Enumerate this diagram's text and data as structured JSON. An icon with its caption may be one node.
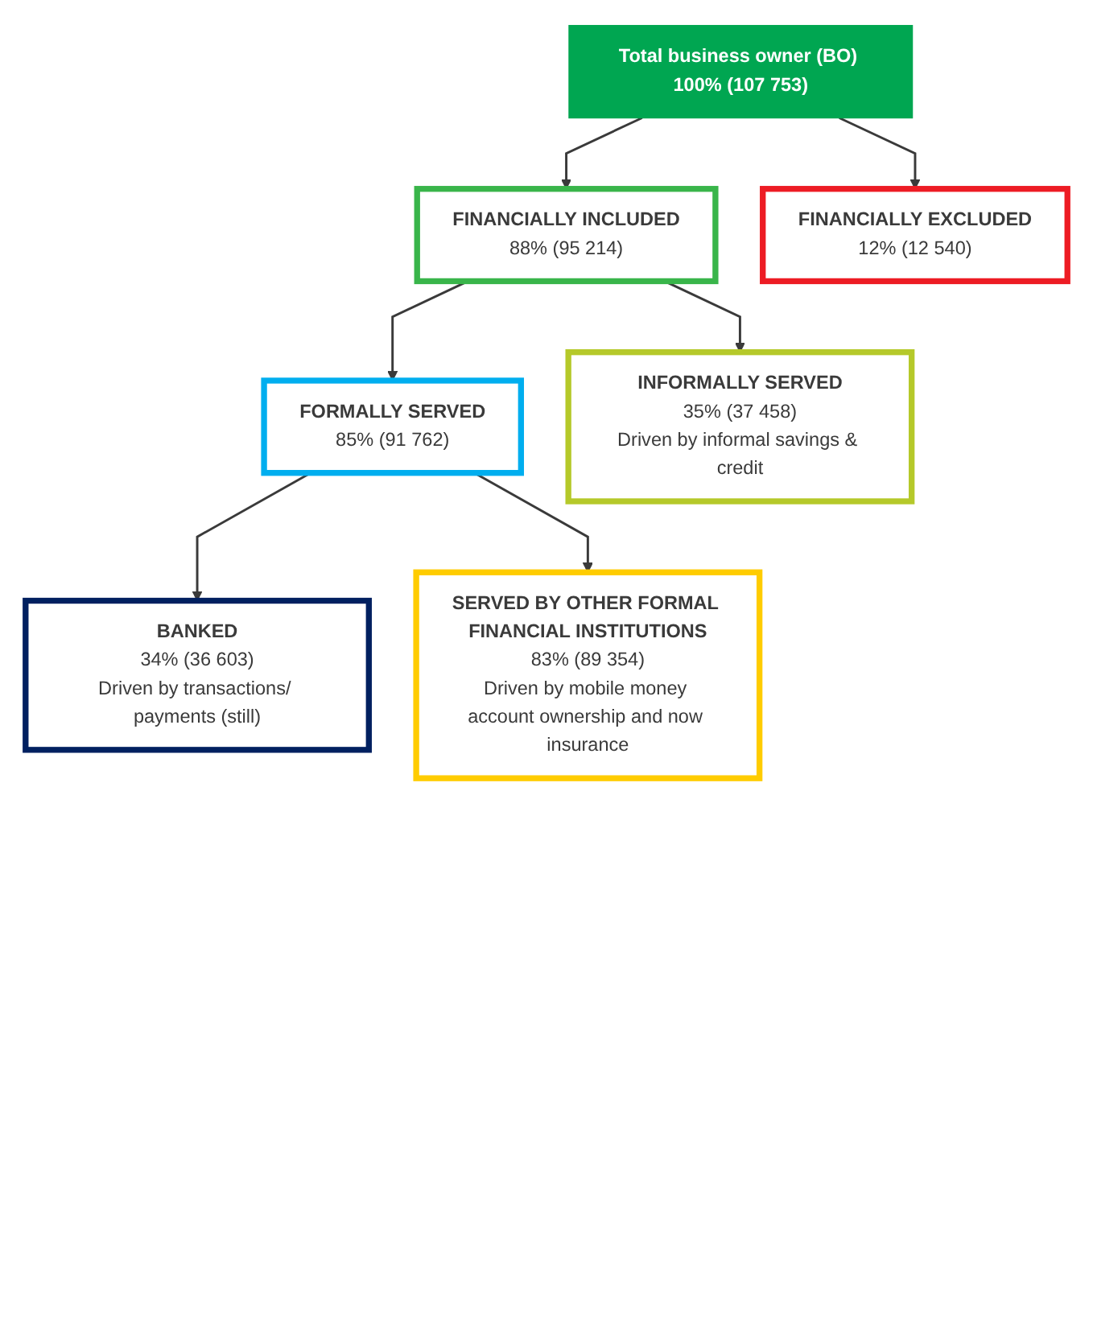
{
  "diagram": {
    "nodes": [
      {
        "text": [
          "Total business owner (BO) 100% (107 753)"
        ]
      },
      {
        "text": [
          "FINANCIALLY INCLUDED",
          "88% (95 214)"
        ]
      },
      {
        "text": [
          "FINANCIALLY EXCLUDED",
          "12% (12 540)"
        ]
      },
      {
        "text": [
          "FORMALLY SERVED",
          "85% (91 762)"
        ]
      },
      {
        "text": [
          "INFORMALLY SERVED",
          "35% (37 458)",
          "Driven by informal savings & credit"
        ]
      },
      {
        "text": [
          "BANKED",
          "34% (36 603)",
          "Driven by transactions/ payments (still)"
        ]
      },
      {
        "text": [
          "SERVED BY OTHER FORMAL FINANCIAL INSTITUTIONS",
          "83% (89 354)",
          "Driven by mobile money account ownership and now insurance"
        ]
      }
    ],
    "edges": [
      {
        "from": 0,
        "to": 1,
        "arrow": "to"
      },
      {
        "from": 0,
        "to": 2,
        "arrow": "to"
      },
      {
        "from": 1,
        "to": 3,
        "arrow": "to"
      },
      {
        "from": 1,
        "to": 4,
        "arrow": "to"
      },
      {
        "from": 3,
        "to": 5,
        "arrow": "to"
      },
      {
        "from": 3,
        "to": 6,
        "arrow": "to"
      }
    ]
  }
}
